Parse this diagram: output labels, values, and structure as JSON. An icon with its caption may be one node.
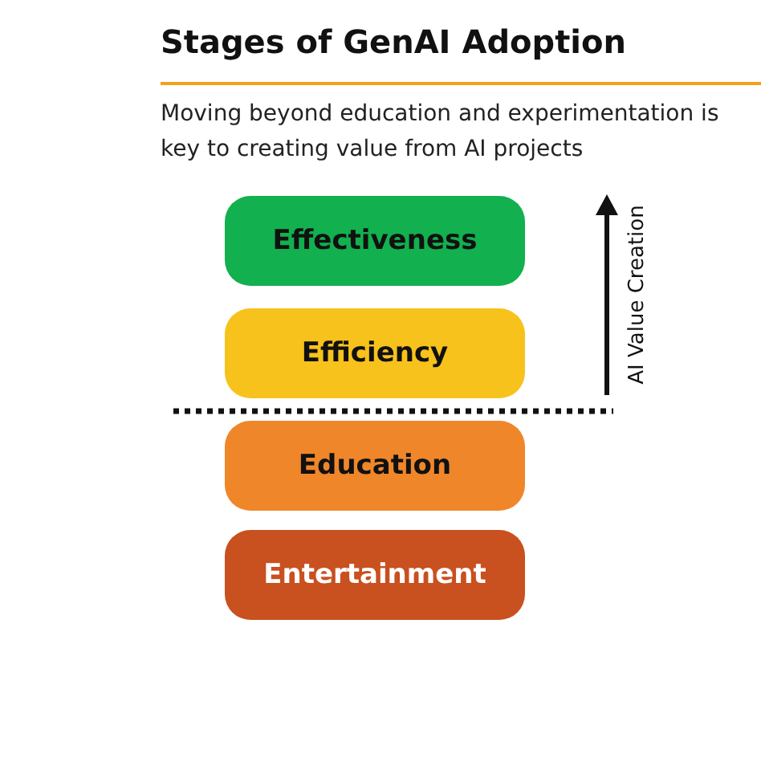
{
  "diagram": {
    "title": "Stages of GenAI Adoption",
    "caption": "Moving beyond education and experimentation is key to creating value from AI projects",
    "nodes": [
      {
        "text": [
          "Effectiveness"
        ]
      },
      {
        "text": [
          "Efficiency"
        ]
      },
      {
        "text": [
          "Education"
        ]
      },
      {
        "text": [
          "Entertainment"
        ]
      }
    ],
    "labels": [
      "AI Value Creation"
    ]
  }
}
